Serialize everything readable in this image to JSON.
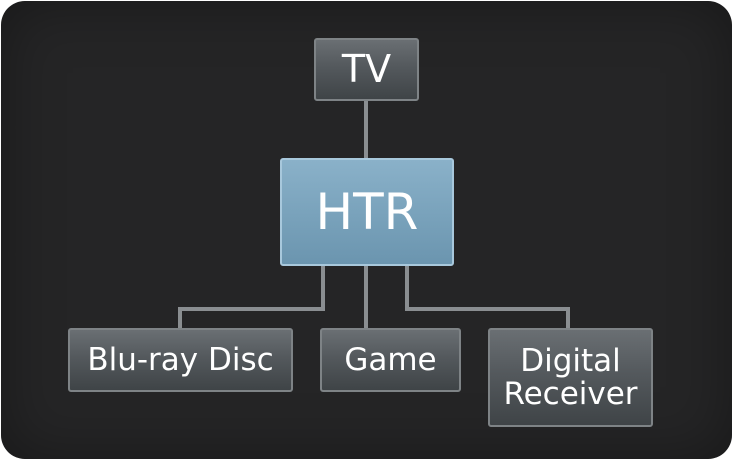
{
  "diagram": {
    "nodes": [
      {
        "id": "tv",
        "label": "TV"
      },
      {
        "id": "htr",
        "label": "HTR"
      },
      {
        "id": "bluray",
        "label": "Blu-ray Disc"
      },
      {
        "id": "game",
        "label": "Game"
      },
      {
        "id": "digital",
        "label": "Digital\nReceiver"
      }
    ],
    "edges": [
      {
        "from": "tv",
        "to": "htr"
      },
      {
        "from": "htr",
        "to": "bluray"
      },
      {
        "from": "htr",
        "to": "game"
      },
      {
        "from": "htr",
        "to": "digital"
      }
    ],
    "colors": {
      "background": "#252526",
      "node": "#54595d",
      "highlight_node": "#7aa3bc",
      "connector": "#8a8e91"
    }
  }
}
